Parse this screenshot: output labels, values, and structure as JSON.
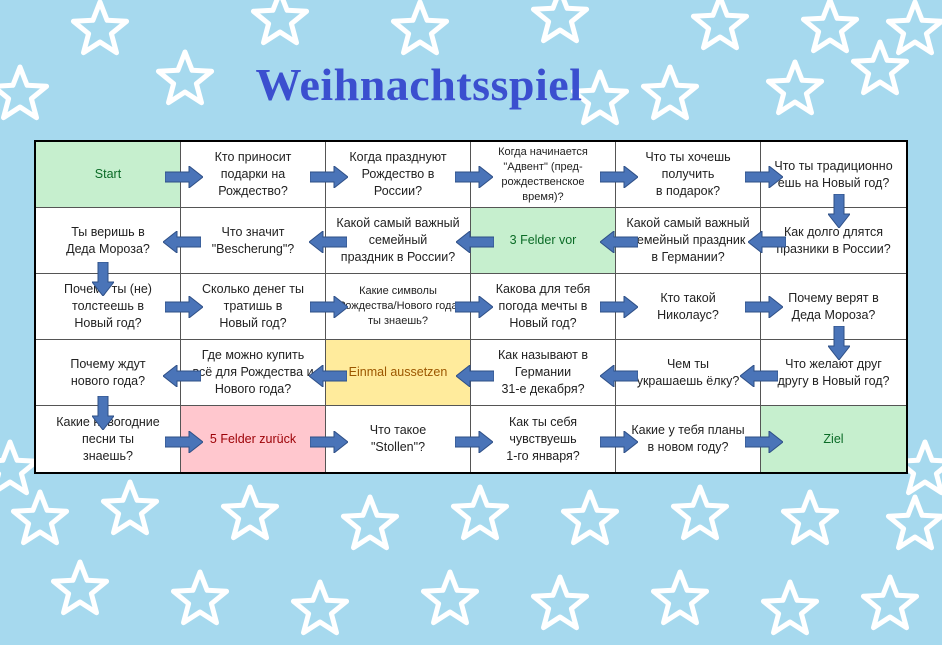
{
  "title": "Weihnachtsspiel",
  "colors": {
    "background": "#a6d9ee",
    "title": "#3b4fcf",
    "arrow": "#4a74b8",
    "star": "#ffffff"
  },
  "board": {
    "rows": [
      [
        {
          "text": "Start",
          "type": "start"
        },
        {
          "text": "Кто приносит\nподарки на\nРождество?",
          "type": "question"
        },
        {
          "text": "Когда празднуют\nРождество в\nРоссии?",
          "type": "question"
        },
        {
          "text": "Когда начинается\n\"Адвент\" (пред-\nрождественское время)?",
          "type": "question"
        },
        {
          "text": "Что ты хочешь\nполучить\nв подарок?",
          "type": "question"
        },
        {
          "text": "Что ты традиционно\nешь на Новый год?",
          "type": "question"
        }
      ],
      [
        {
          "text": "Ты веришь в\nДеда Мороза?",
          "type": "question"
        },
        {
          "text": "Что значит\n\"Bescherung\"?",
          "type": "question"
        },
        {
          "text": "Какой самый важный\nсемейный\nпраздник в России?",
          "type": "question"
        },
        {
          "text": "3 Felder vor",
          "type": "vor"
        },
        {
          "text": "Какой самый важный\nсемейный праздник\nв Германии?",
          "type": "question"
        },
        {
          "text": "Как долго длятся\nпразники в России?",
          "type": "question"
        }
      ],
      [
        {
          "text": "Почему ты (не)\nтолстеешь в\nНовый год?",
          "type": "question"
        },
        {
          "text": "Сколько денег ты\nтратишь в\nНовый год?",
          "type": "question"
        },
        {
          "text": "Какие символы\nРождества/Нового года\nты знаешь?",
          "type": "question"
        },
        {
          "text": "Какова для тебя\nпогода мечты в\nНовый год?",
          "type": "question"
        },
        {
          "text": "Кто такой\nНиколаус?",
          "type": "question"
        },
        {
          "text": "Почему верят в\nДеда Мороза?",
          "type": "question"
        }
      ],
      [
        {
          "text": "Почему ждут\nнового года?",
          "type": "question"
        },
        {
          "text": "Где можно купить\nвсё для Рождества и\nНового года?",
          "type": "question"
        },
        {
          "text": "Einmal aussetzen",
          "type": "aussetzen"
        },
        {
          "text": "Как называют в\nГермании\n31-е декабря?",
          "type": "question"
        },
        {
          "text": "Чем ты\nукрашаешь ёлку?",
          "type": "question"
        },
        {
          "text": "Что желают друг\nдругу в Новый год?",
          "type": "question"
        }
      ],
      [
        {
          "text": "Какие новогодние\nпесни ты\nзнаешь?",
          "type": "question"
        },
        {
          "text": "5 Felder zurück",
          "type": "zurueck"
        },
        {
          "text": "Что такое\n\"Stollen\"?",
          "type": "question"
        },
        {
          "text": "Как ты себя\nчувствуешь\n1-го января?",
          "type": "question"
        },
        {
          "text": "Какие у тебя планы\nв новом году?",
          "type": "question"
        },
        {
          "text": "Ziel",
          "type": "ziel"
        }
      ]
    ]
  }
}
